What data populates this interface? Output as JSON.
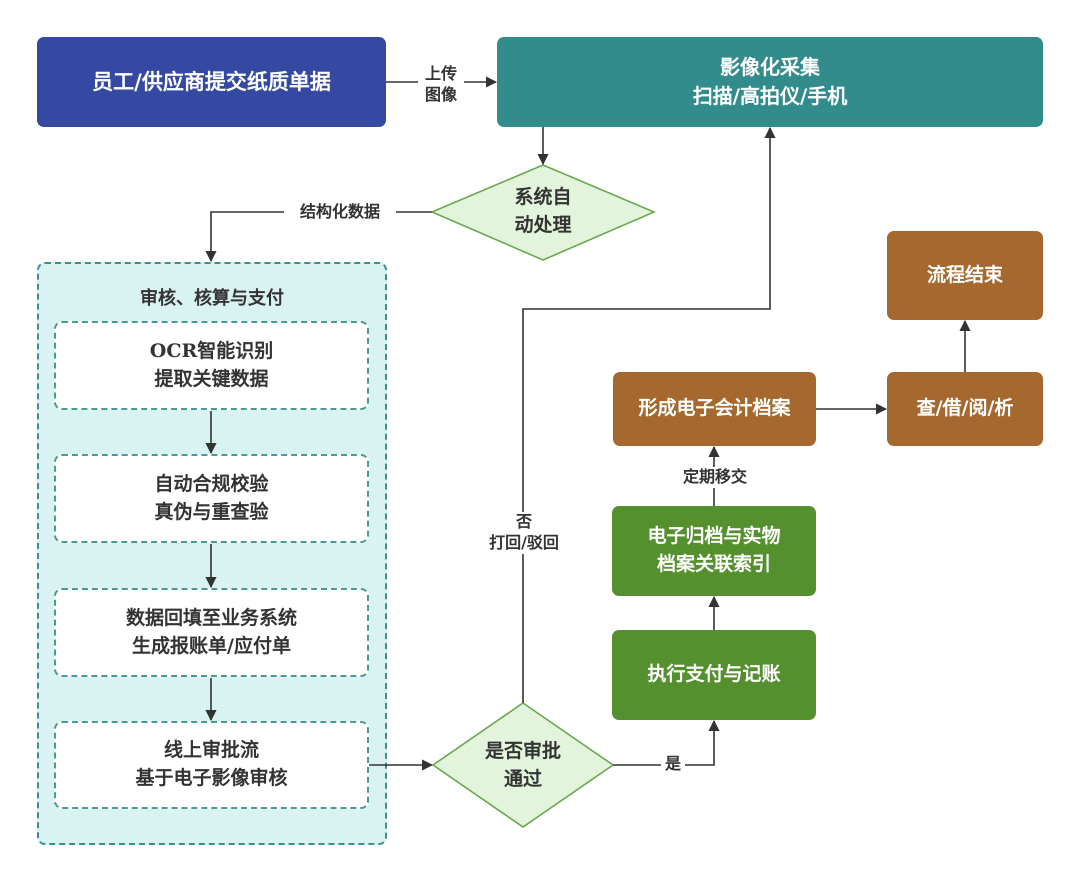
{
  "diagram": {
    "type": "flowchart",
    "colors": {
      "submit_node": "#3549a3",
      "capture_node": "#338c8c",
      "decision_fill": "#e2f4dc",
      "decision_stroke": "#6aa84f",
      "container_fill": "#d9f3f3",
      "container_border": "#3d8f8a",
      "action_green": "#55902f",
      "archive_brown": "#a5692f",
      "edge": "#333333"
    },
    "nodes": {
      "submit": {
        "label": "员工/供应商提交纸质单据"
      },
      "capture": {
        "label": "影像化采集\n扫描/高拍仪/手机"
      },
      "auto_process": {
        "label": "系统自\n动处理"
      },
      "review_group": {
        "title": "审核、核算与支付",
        "steps": [
          {
            "label": "OCR智能识别\n提取关键数据"
          },
          {
            "label": "自动合规校验\n真伪与重查验"
          },
          {
            "label": "数据回填至业务系统\n生成报账单/应付单"
          },
          {
            "label": "线上审批流\n基于电子影像审核"
          }
        ]
      },
      "approved": {
        "label": "是否审批\n通过"
      },
      "pay": {
        "label": "执行支付与记账"
      },
      "archive_index": {
        "label": "电子归档与实物\n档案关联索引"
      },
      "e_archive": {
        "label": "形成电子会计档案"
      },
      "consult": {
        "label": "查/借/阅/析"
      },
      "end": {
        "label": "流程结束"
      }
    },
    "edges": {
      "upload": {
        "label": "上传\n图像"
      },
      "structured": {
        "label": "结构化数据"
      },
      "reject": {
        "label": "否\n打回/驳回"
      },
      "yes": {
        "label": "是"
      },
      "transfer": {
        "label": "定期移交"
      }
    }
  }
}
